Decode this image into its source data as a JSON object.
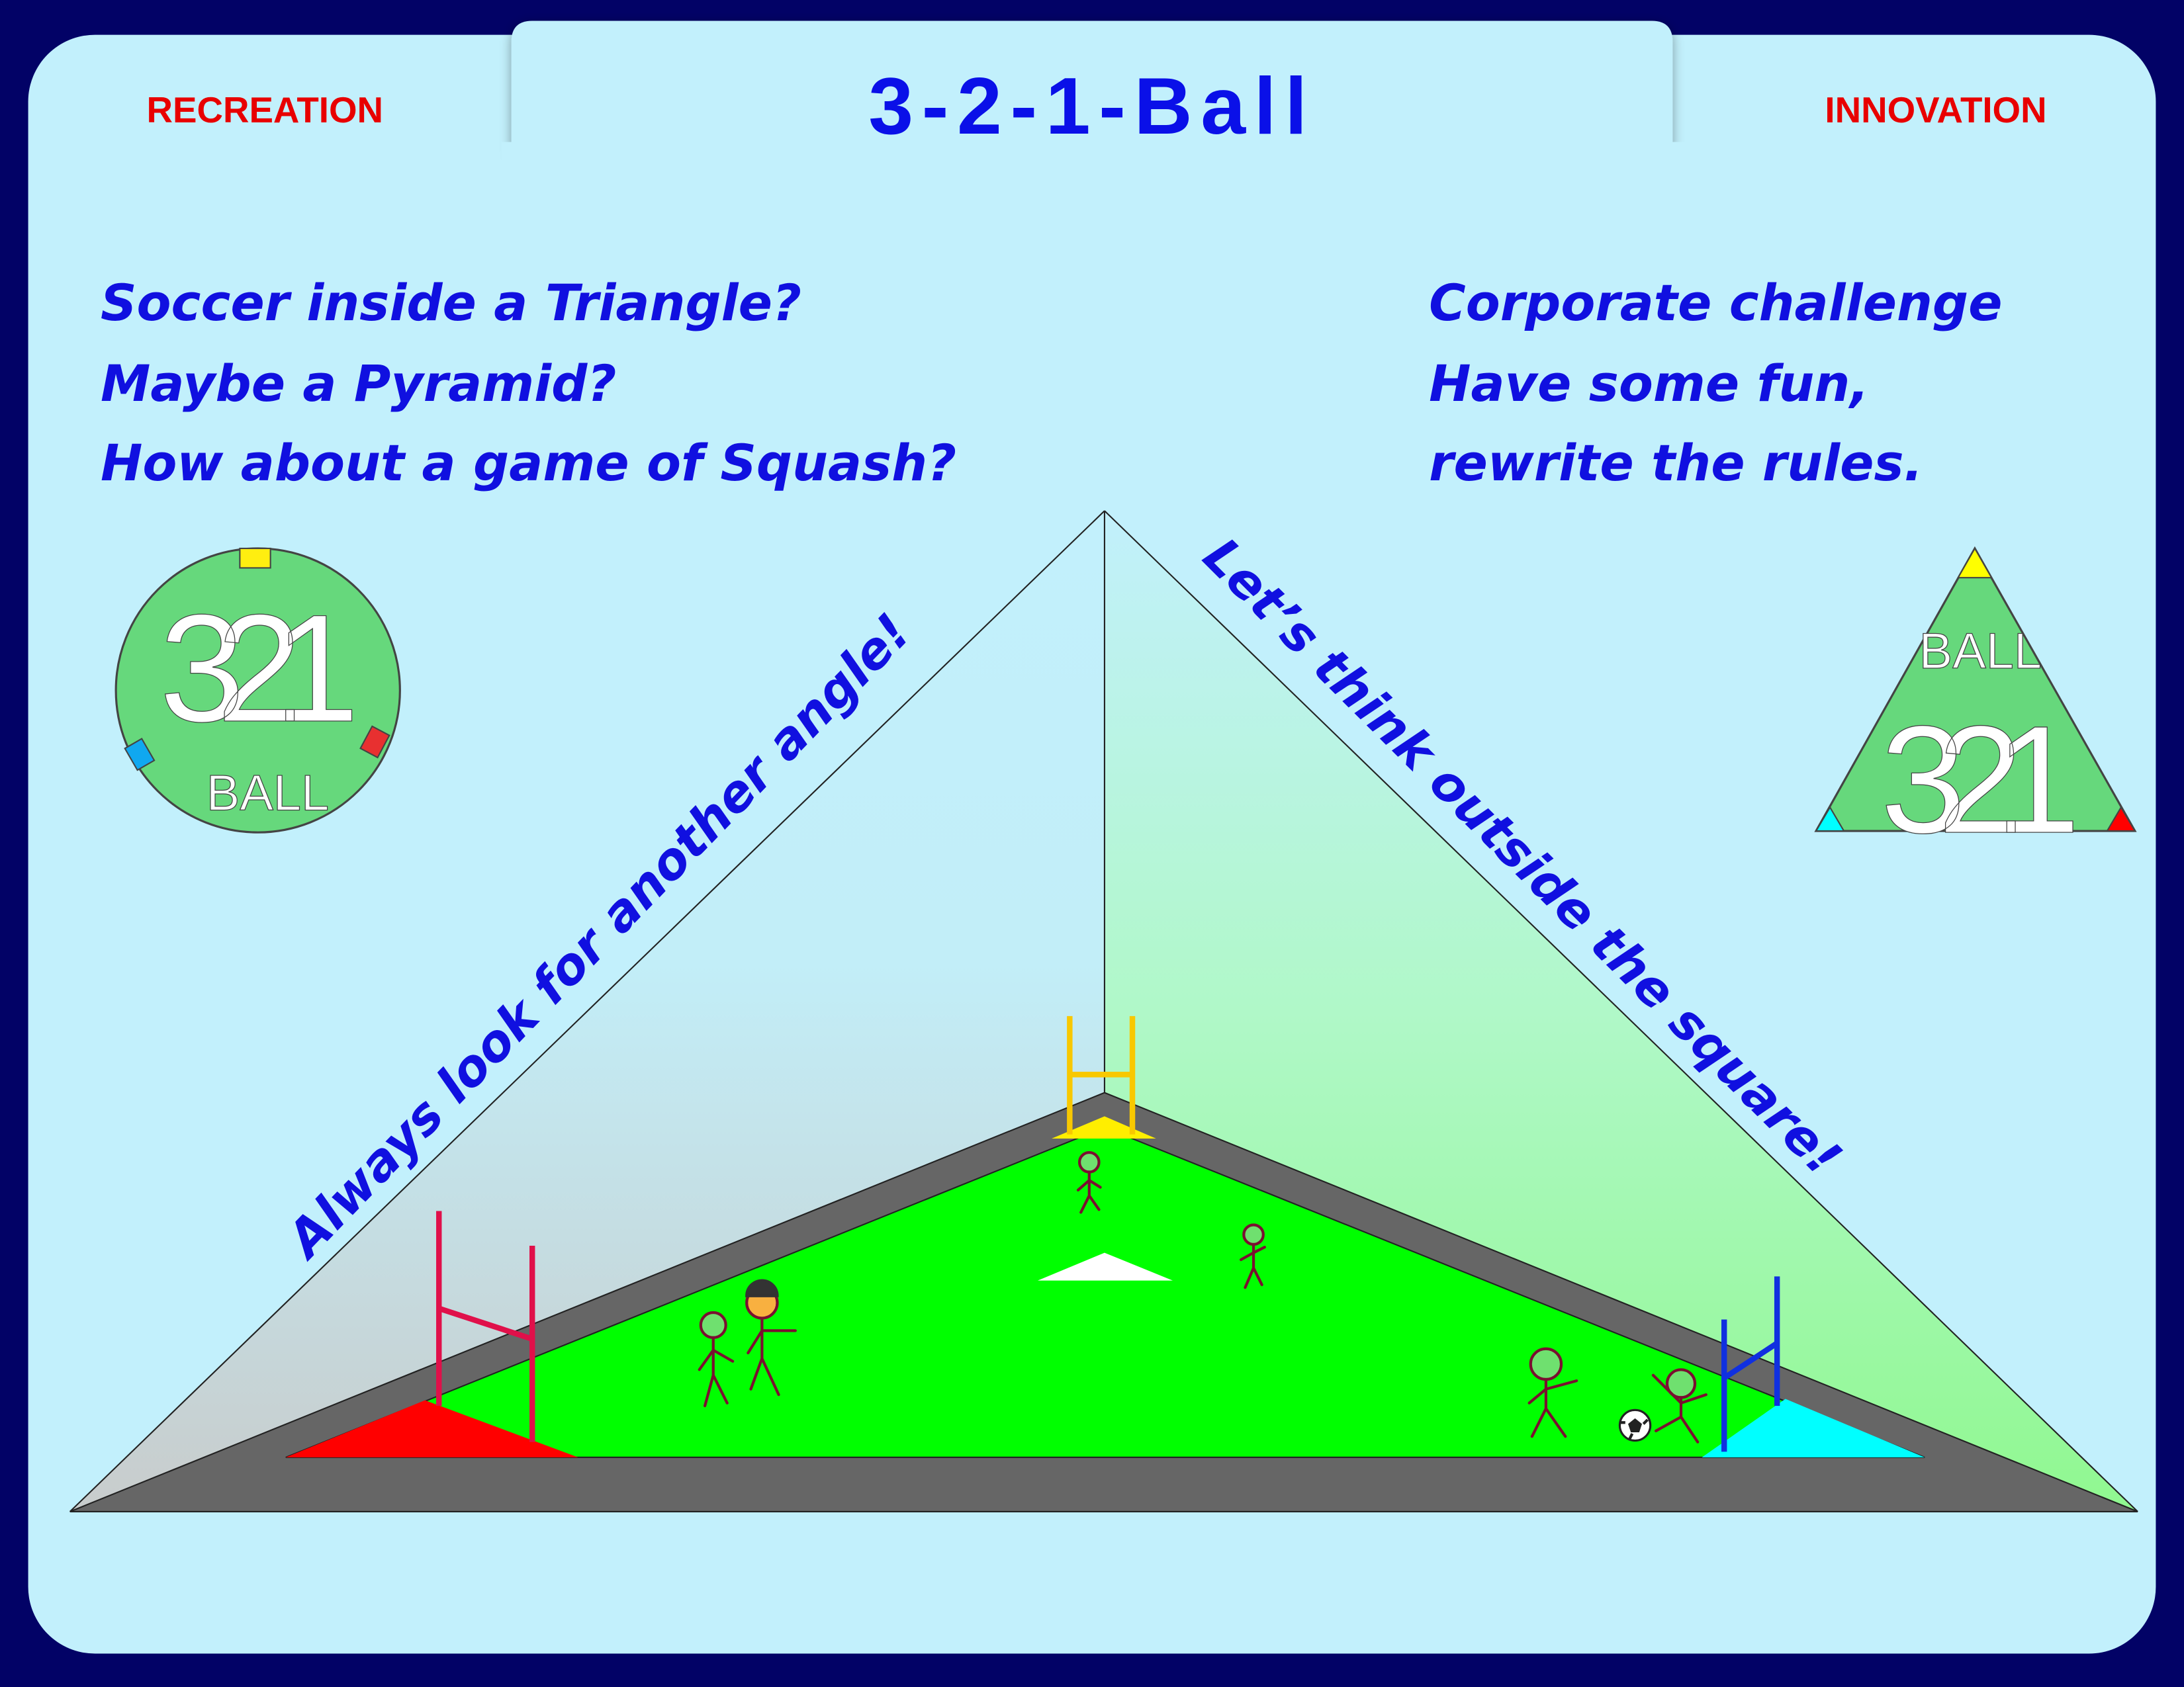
{
  "header": {
    "title": "3-2-1-Ball",
    "left_label": "RECREATION",
    "right_label": "INNOVATION"
  },
  "left_text": {
    "lines": [
      "Soccer inside a Triangle?",
      "Maybe a Pyramid?",
      "How about a game of Squash?"
    ]
  },
  "right_text": {
    "lines": [
      "Corporate challenge",
      "Have some fun,",
      "rewrite the rules."
    ]
  },
  "pyramid": {
    "left_slogan": "Always look for another angle!",
    "right_slogan": "Let’s think outside the square!"
  },
  "logos": {
    "circle": {
      "number": "321",
      "word": "BALL"
    },
    "triangle": {
      "number": "321",
      "word": "BALL"
    }
  },
  "colors": {
    "background": "#020266",
    "panel": "#c2f0fc",
    "title": "#0a10e8",
    "labels": "#e80000",
    "field": "#00ff00",
    "border": "#666666",
    "team_red": "#ff0000",
    "team_cyan": "#00ffff",
    "team_yellow": "#ffee00"
  }
}
